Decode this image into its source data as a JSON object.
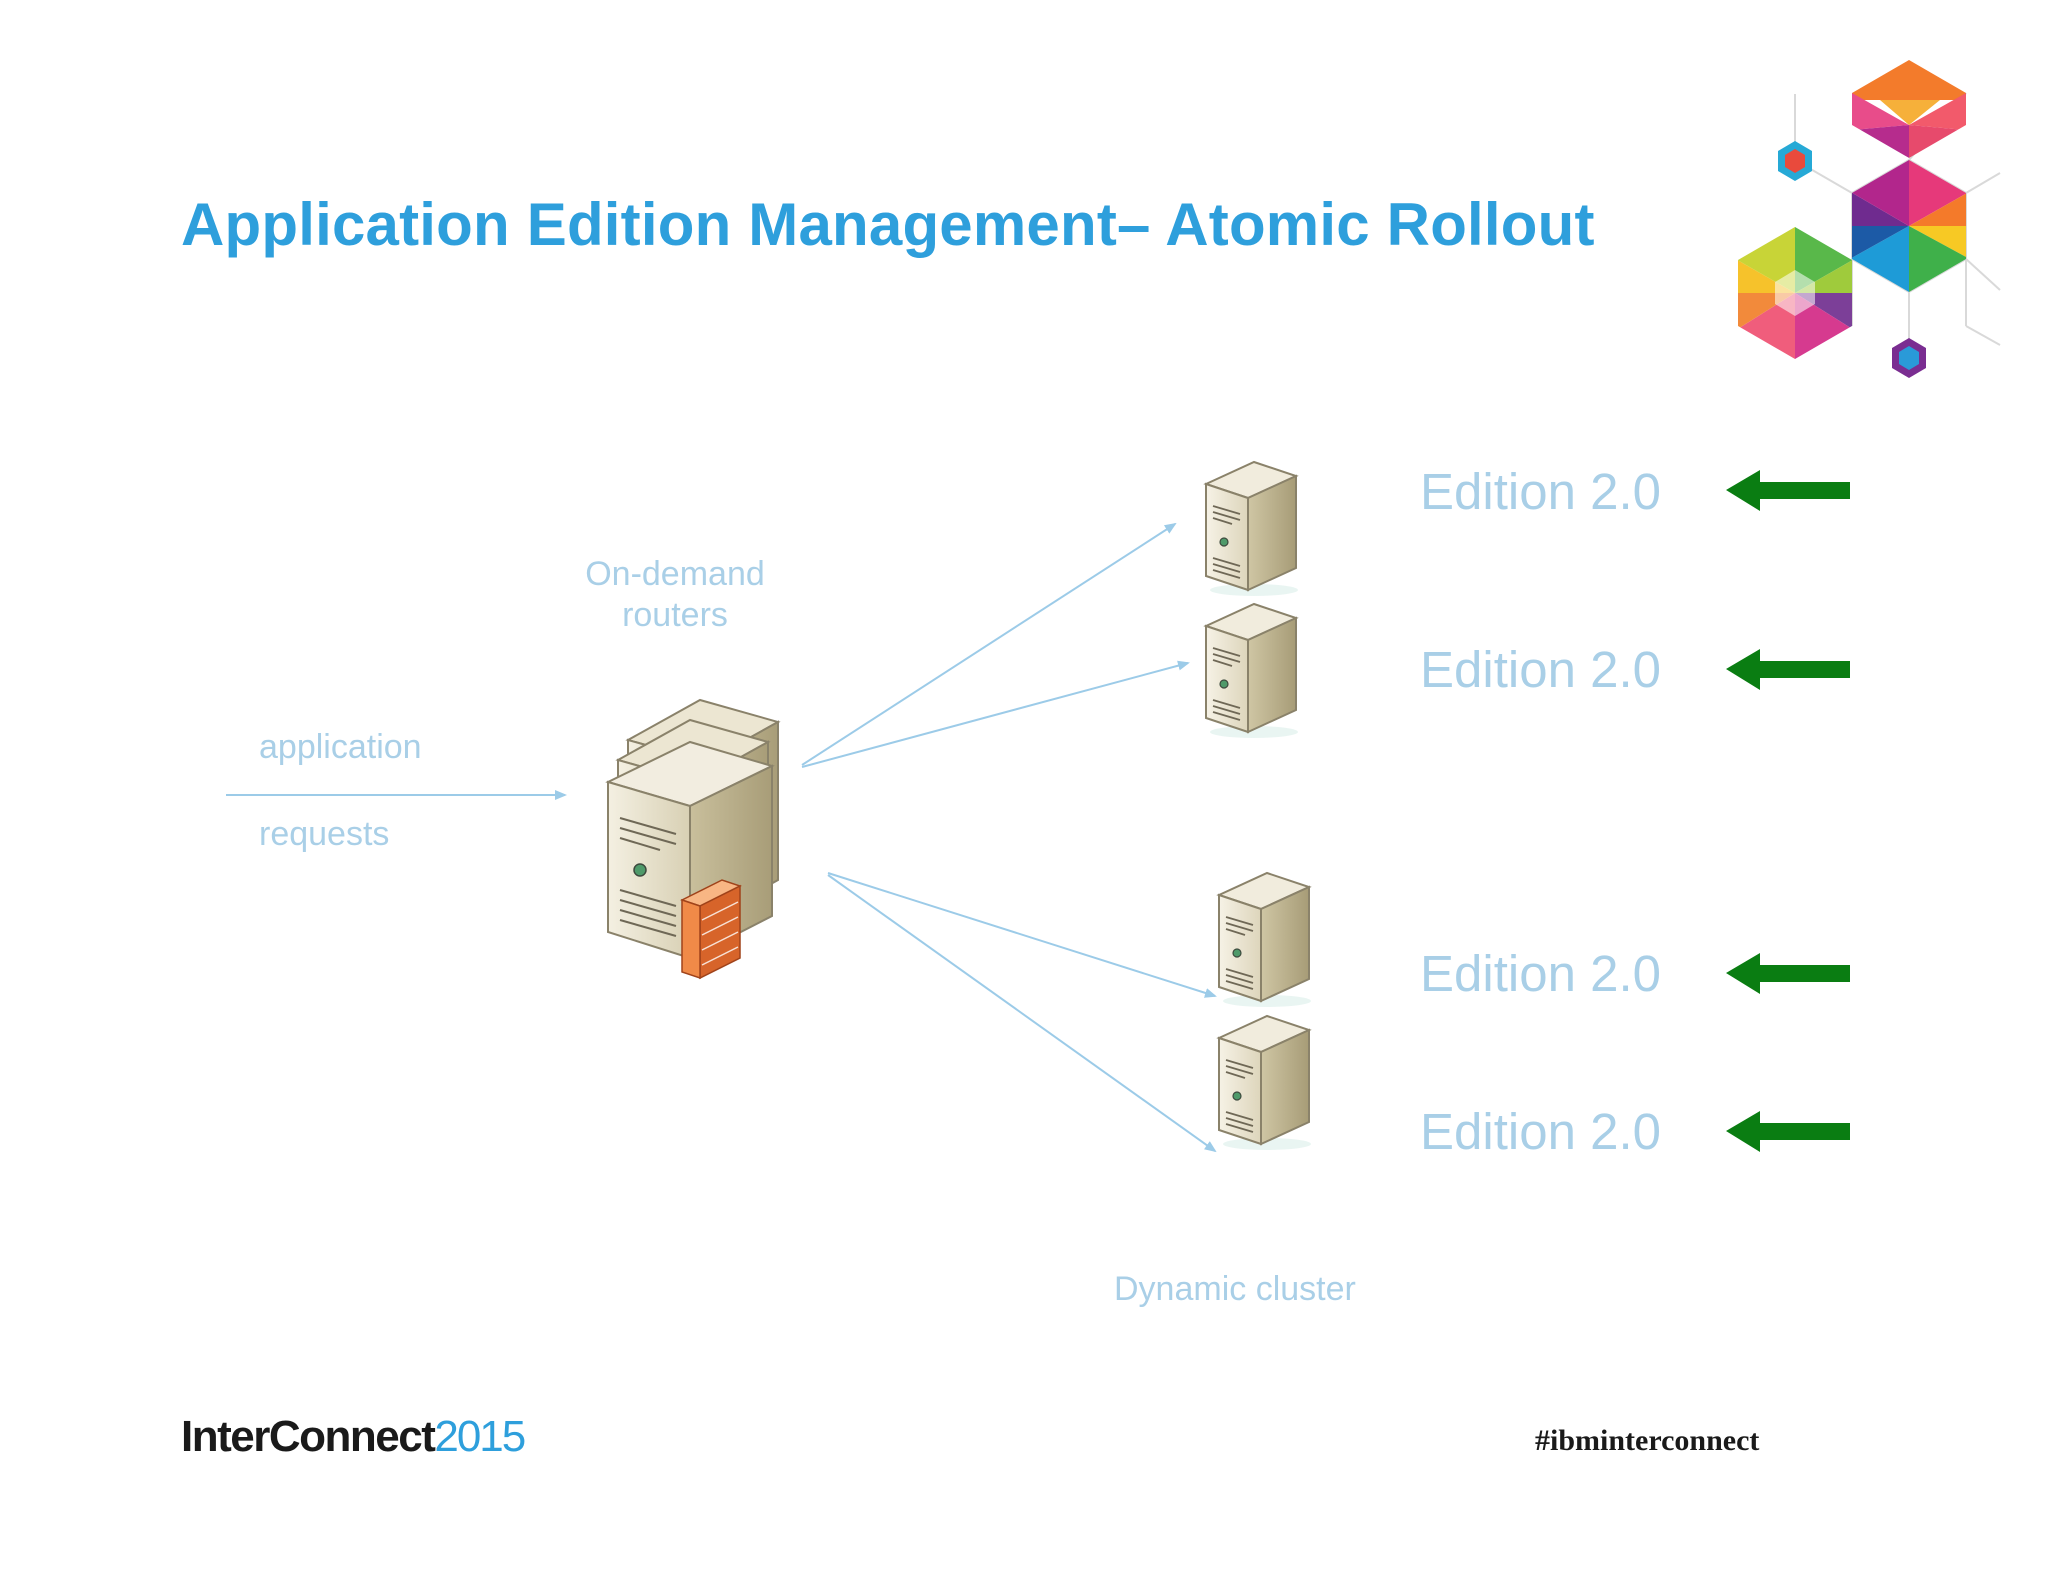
{
  "slide": {
    "title": "Application Edition Management– Atomic Rollout"
  },
  "diagram": {
    "request_label_top": "application",
    "request_label_bottom": "requests",
    "router_label_line1": "On-demand",
    "router_label_line2": "routers",
    "cluster_label": "Dynamic cluster",
    "editions": [
      "Edition 2.0",
      "Edition 2.0",
      "Edition 2.0",
      "Edition 2.0"
    ],
    "colors": {
      "title": "#2e9fdc",
      "label": "#a9cfe7",
      "connector": "#9ccbe8",
      "arrow": "#0a7d12"
    }
  },
  "footer": {
    "brand_bold": "InterConnect",
    "brand_year": "2015",
    "hashtag": "#ibminterconnect"
  }
}
